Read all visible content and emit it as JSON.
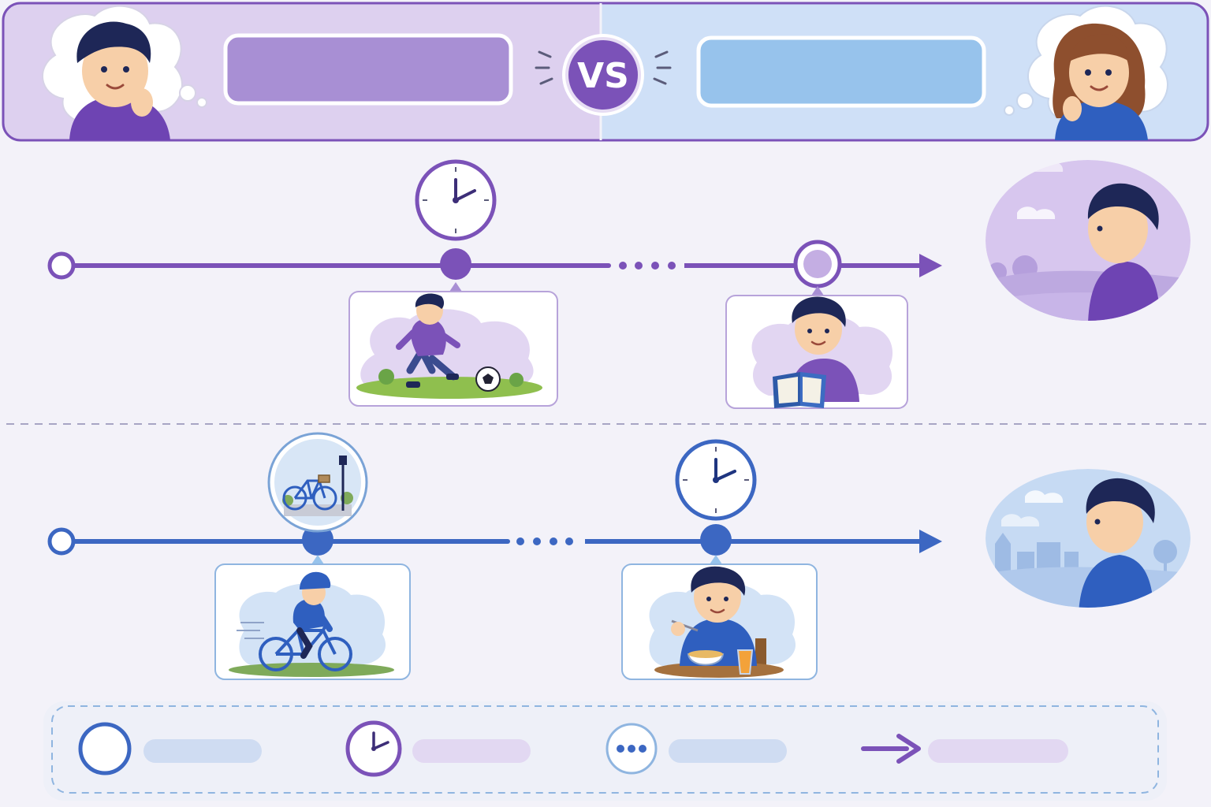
{
  "header": {
    "vs_label": "VS",
    "left_title_box": "",
    "right_title_box": ""
  },
  "colors": {
    "purple": "#7b52b8",
    "purple_light": "#ddd0ef",
    "purple_box": "#a88fd4",
    "blue": "#3c67c2",
    "blue_light": "#cfe0f7",
    "blue_box": "#97c3ec",
    "background": "#f3f2f9"
  },
  "timelines": [
    {
      "color": "purple",
      "events": [
        {
          "marker": "clock",
          "scene": "boy-kicking-soccer-ball",
          "icon": "clock-icon"
        },
        {
          "marker": "open-circle",
          "scene": "boy-reading-book",
          "icon": "book-icon"
        }
      ],
      "outcome_scene": "boy-looking-at-park"
    },
    {
      "color": "blue",
      "events": [
        {
          "marker": "bicycle-bubble",
          "scene": "boy-riding-bicycle",
          "icon": "bicycle-icon"
        },
        {
          "marker": "clock",
          "scene": "boy-eating-breakfast",
          "icon": "clock-icon"
        }
      ],
      "outcome_scene": "boy-looking-at-city"
    }
  ],
  "legend": [
    {
      "icon": "open-circle-icon",
      "label": ""
    },
    {
      "icon": "clock-icon",
      "label": ""
    },
    {
      "icon": "ellipsis-icon",
      "label": ""
    },
    {
      "icon": "arrow-right-icon",
      "label": ""
    }
  ]
}
